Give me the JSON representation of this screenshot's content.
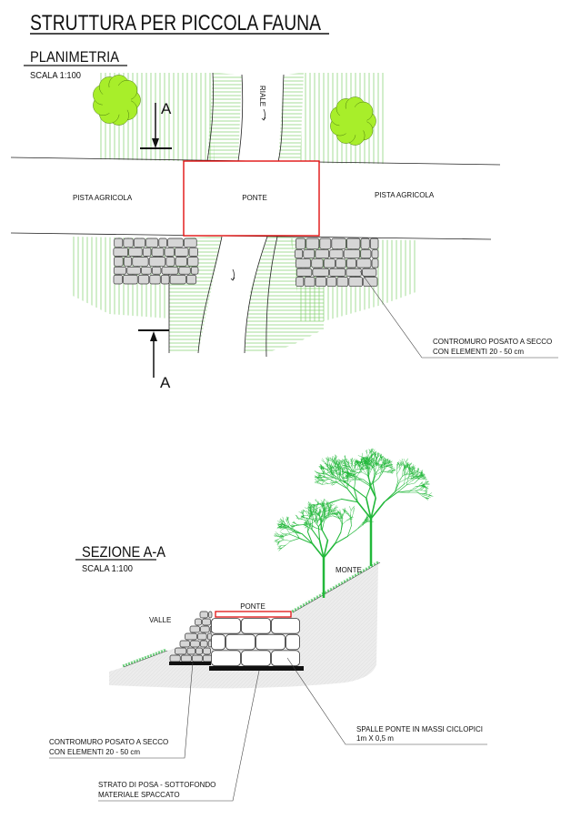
{
  "title": "STRUTTURA PER PICCOLA FAUNA",
  "plan": {
    "title": "PLANIMETRIA",
    "scale": "SCALA 1:100",
    "road_left": "PISTA AGRICOLA",
    "bridge": "PONTE",
    "road_right": "PISTA AGRICOLA",
    "stream": "RIALE",
    "section_marker_top": "A",
    "section_marker_bottom": "A",
    "note": [
      "CONTROMURO POSATO A SECCO",
      "CON ELEMENTI 20 - 50 cm"
    ]
  },
  "section": {
    "title": "SEZIONE A-A",
    "scale": "SCALA 1:100",
    "bridge": "PONTE",
    "valley": "VALLE",
    "mountain": "MONTE",
    "callout_wall": [
      "CONTROMURO POSATO A SECCO",
      "CON ELEMENTI 20 - 50 cm"
    ],
    "callout_base": [
      "STRATO DI POSA - SOTTOFONDO",
      "MATERIALE SPACCATO"
    ],
    "callout_abutment": [
      "SPALLE PONTE IN MASSI CICLOPICI",
      "1m X 0,5 m"
    ]
  },
  "colors": {
    "bridge": "#e01010",
    "grass": "#7fcf6a",
    "tree_crown": "#a8ee2a",
    "tree_section": "#22b83a"
  }
}
